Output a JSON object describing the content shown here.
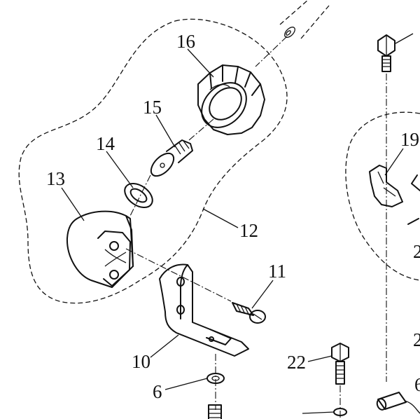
{
  "diagram": {
    "callouts": {
      "c16": "16",
      "c15": "15",
      "c14": "14",
      "c13": "13",
      "c12": "12",
      "c11": "11",
      "c10": "10",
      "c6": "6",
      "c22": "22",
      "c19": "19",
      "c2_partial": "2",
      "c2b_partial": "2",
      "c6_partial": "6"
    },
    "groups": {
      "assembly_group": "12",
      "right_group": "19"
    }
  }
}
